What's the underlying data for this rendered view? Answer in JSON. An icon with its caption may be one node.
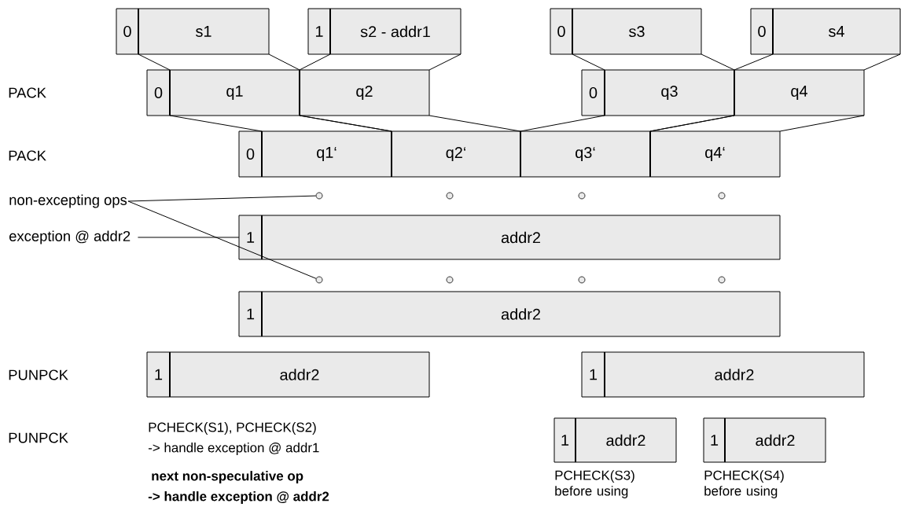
{
  "diagram": {
    "nodes": [
      {
        "text": [
          "0"
        ]
      },
      {
        "text": [
          "s1"
        ]
      },
      {
        "text": [
          "1"
        ]
      },
      {
        "text": [
          "s2 - addr1"
        ]
      },
      {
        "text": [
          "0"
        ]
      },
      {
        "text": [
          "s3"
        ]
      },
      {
        "text": [
          "0"
        ]
      },
      {
        "text": [
          "s4"
        ]
      },
      {
        "text": [
          "0"
        ]
      },
      {
        "text": [
          "q1"
        ]
      },
      {
        "text": [
          "q2"
        ]
      },
      {
        "text": [
          "0"
        ]
      },
      {
        "text": [
          "q3"
        ]
      },
      {
        "text": [
          "q4"
        ]
      },
      {
        "text": [
          "0"
        ]
      },
      {
        "text": [
          "q1‘"
        ]
      },
      {
        "text": [
          "q2‘"
        ]
      },
      {
        "text": [
          "q3‘"
        ]
      },
      {
        "text": [
          "q4‘"
        ]
      },
      {
        "text": [
          "non-excepting ops"
        ]
      },
      {
        "text": [],
        "shape": "circle"
      },
      {
        "text": [],
        "shape": "circle"
      },
      {
        "text": [],
        "shape": "circle"
      },
      {
        "text": [],
        "shape": "circle"
      },
      {
        "text": [
          "exception @ addr2"
        ]
      },
      {
        "text": [
          "1"
        ]
      },
      {
        "text": [
          "addr2"
        ]
      },
      {
        "text": [],
        "shape": "circle"
      },
      {
        "text": [],
        "shape": "circle"
      },
      {
        "text": [],
        "shape": "circle"
      },
      {
        "text": [],
        "shape": "circle"
      },
      {
        "text": [
          "1"
        ]
      },
      {
        "text": [
          "addr2"
        ]
      },
      {
        "text": [
          "1"
        ]
      },
      {
        "text": [
          "addr2"
        ]
      },
      {
        "text": [
          "1"
        ]
      },
      {
        "text": [
          "addr2"
        ]
      },
      {
        "text": [
          "1"
        ]
      },
      {
        "text": [
          "addr2"
        ],
        "beside": [
          "PCHECK(S3) before using"
        ]
      },
      {
        "text": [
          "1"
        ]
      },
      {
        "text": [
          "addr2"
        ],
        "beside": [
          "PCHECK(S4) before using"
        ]
      }
    ],
    "edges": [
      {
        "from": 1,
        "to": 9,
        "arrow": "none"
      },
      {
        "from": 3,
        "to": 10,
        "arrow": "none"
      },
      {
        "from": 5,
        "to": 12,
        "arrow": "none"
      },
      {
        "from": 7,
        "to": 13,
        "arrow": "none"
      },
      {
        "from": 9,
        "to": 15,
        "arrow": "none"
      },
      {
        "from": 10,
        "to": 16,
        "arrow": "none"
      },
      {
        "from": 12,
        "to": 17,
        "arrow": "none"
      },
      {
        "from": 13,
        "to": 18,
        "arrow": "none"
      },
      {
        "from": 19,
        "to": 20,
        "arrow": "none"
      },
      {
        "from": 19,
        "to": 27,
        "arrow": "none"
      },
      {
        "from": 24,
        "to": 25,
        "arrow": "none"
      }
    ],
    "labels": [
      "PACK",
      "PACK",
      "PUNPCK",
      "PUNPCK",
      "PCHECK(S1), PCHECK(S2)",
      "-> handle exception @ addr1",
      "next non-speculative op",
      "-> handle exception @ addr2"
    ]
  }
}
